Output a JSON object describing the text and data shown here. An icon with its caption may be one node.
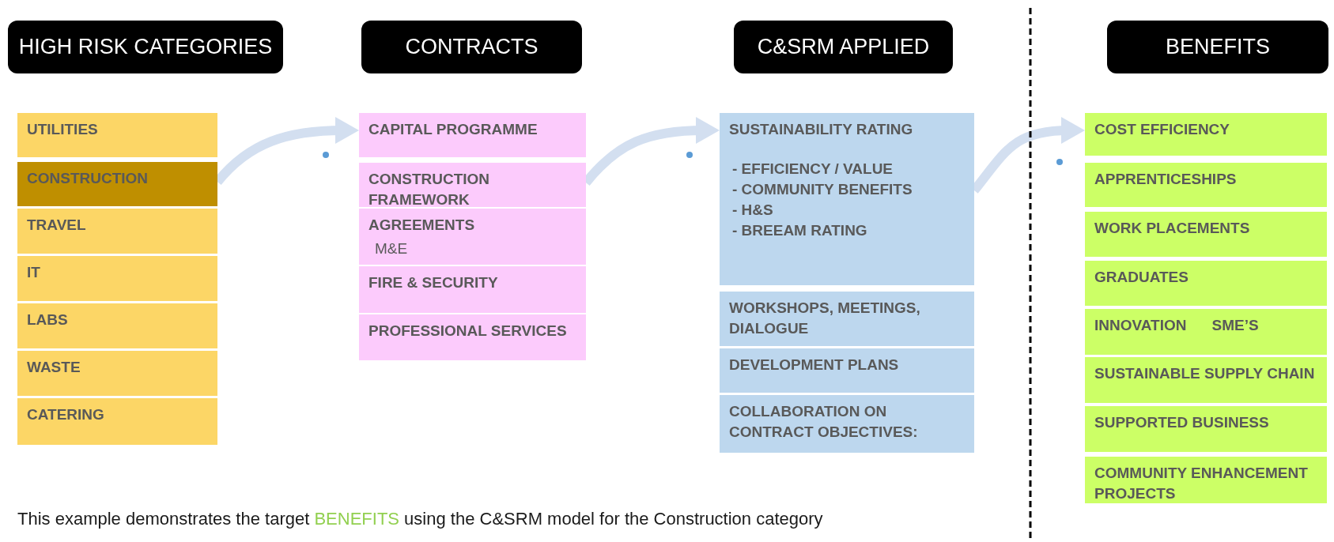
{
  "diagram": {
    "caption": "This example demonstrates the target **BENEFITS** using the C&SRM model for the Construction category",
    "nodes": [
      {
        "text": [
          "HIGH RISK CATEGORIES"
        ]
      },
      {
        "text": [
          "CONTRACTS"
        ]
      },
      {
        "text": [
          "C&SRM APPLIED"
        ]
      },
      {
        "text": [
          "BENEFITS"
        ]
      },
      {
        "text": [
          "UTILITIES"
        ]
      },
      {
        "text": [
          "CONSTRUCTION"
        ]
      },
      {
        "text": [
          "TRAVEL"
        ]
      },
      {
        "text": [
          "IT"
        ]
      },
      {
        "text": [
          "LABS"
        ]
      },
      {
        "text": [
          "WASTE"
        ]
      },
      {
        "text": [
          "CATERING"
        ]
      },
      {
        "text": [
          "CAPITAL PROGRAMME"
        ]
      },
      {
        "text": [
          "CONSTRUCTION FRAMEWORK"
        ]
      },
      {
        "text": [
          "AGREEMENTS",
          "M&E"
        ]
      },
      {
        "text": [
          "FIRE & SECURITY"
        ]
      },
      {
        "text": [
          "PROFESSIONAL SERVICES"
        ]
      },
      {
        "text": [
          "SUSTAINABILITY RATING",
          "- EFFICIENCY / VALUE",
          "- COMMUNITY BENEFITS",
          "- H&S",
          "- BREEAM RATING"
        ]
      },
      {
        "text": [
          "WORKSHOPS, MEETINGS, DIALOGUE"
        ]
      },
      {
        "text": [
          "DEVELOPMENT PLANS"
        ]
      },
      {
        "text": [
          "COLLABORATION ON CONTRACT OBJECTIVES:"
        ]
      },
      {
        "text": [
          "COST EFFICIENCY"
        ]
      },
      {
        "text": [
          "APPRENTICESHIPS"
        ]
      },
      {
        "text": [
          "WORK PLACEMENTS"
        ]
      },
      {
        "text": [
          "GRADUATES"
        ]
      },
      {
        "text": [
          "INNOVATION",
          "SME’S"
        ]
      },
      {
        "text": [
          "SUSTAINABLE SUPPLY CHAIN"
        ]
      },
      {
        "text": [
          "SUPPORTED BUSINESS"
        ]
      },
      {
        "text": [
          "COMMUNITY ENHANCEMENT PROJECTS"
        ]
      }
    ],
    "edges": [
      {
        "from": 5,
        "to": 11,
        "arrow": "to"
      },
      {
        "from": 12,
        "to": 16,
        "arrow": "to"
      },
      {
        "from": 16,
        "to": 20,
        "arrow": "to"
      }
    ]
  }
}
